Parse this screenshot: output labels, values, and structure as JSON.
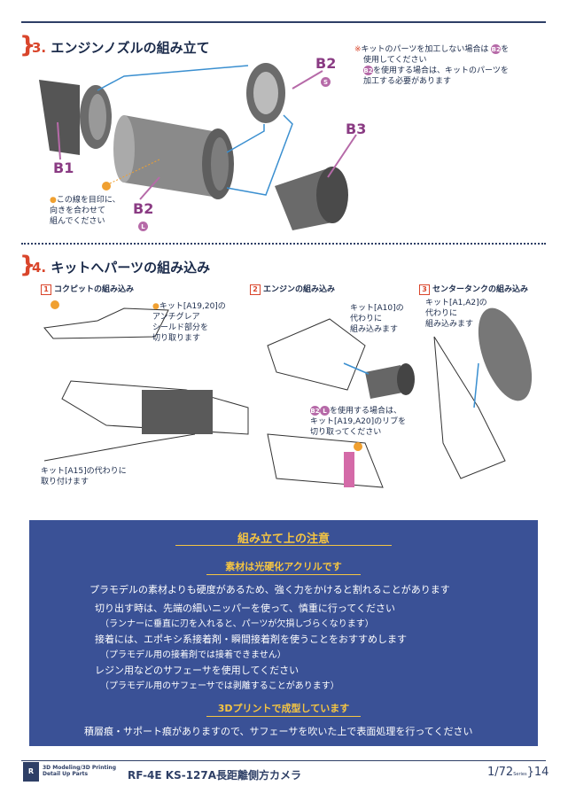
{
  "section3": {
    "number": "3.",
    "title": "エンジンノズルの組み立て",
    "note_line1": "キットのパーツを加工しない場合は",
    "note_line1b": "を",
    "note_line2": "使用してください",
    "note_line3": "を使用する場合は、キットのパーツを",
    "note_line4": "加工する必要があります",
    "mark_note1": "この線を目印に、",
    "mark_note2": "向きを合わせて",
    "mark_note3": "組んでください",
    "labels": {
      "b1": "B1",
      "b2s": "B2",
      "b2s_sub": "S",
      "b3": "B3",
      "b2l": "B2",
      "b2l_sub": "L"
    }
  },
  "section4": {
    "number": "4.",
    "title": "キットへパーツの組み込み",
    "sub1": {
      "num": "1",
      "title": "コクピットの組み込み",
      "note1": "キット[A19,20]の",
      "note2": "アンチグレア",
      "note3": "シールド部分を",
      "note4": "切り取ります",
      "note5": "キット[A15]の代わりに",
      "note6": "取り付けます"
    },
    "sub2": {
      "num": "2",
      "title": "エンジンの組み込み",
      "note1": "キット[A10]の",
      "note2": "代わりに",
      "note3": "組み込みます",
      "note4": "を使用する場合は、",
      "note5": "キット[A19,A20]のリブを",
      "note6": "切り取ってください",
      "badge": "B2",
      "badge_sub": "L"
    },
    "sub3": {
      "num": "3",
      "title": "センタータンクの組み込み",
      "note1": "キット[A1,A2]の",
      "note2": "代わりに",
      "note3": "組み込みます"
    }
  },
  "notice": {
    "title": "組み立て上の注意",
    "h1": "素材は光硬化アクリルです",
    "p1": "プラモデルの素材よりも硬度があるため、強く力をかけると割れることがあります",
    "p2": "切り出す時は、先端の細いニッパーを使って、慎重に行ってください",
    "p2s": "（ランナーに垂直に刃を入れると、パーツが欠損しづらくなります）",
    "p3": "接着には、エポキシ系接着剤・瞬間接着剤を使うことをおすすめします",
    "p3s": "（プラモデル用の接着剤では接着できません）",
    "p4": "レジン用などのサフェーサを使用してください",
    "p4s": "（プラモデル用のサフェーサでは剥離することがあります）",
    "h2": "3Dプリントで成型しています",
    "p5": "積層痕・サポート痕がありますので、サフェーサを吹いた上で表面処理を行ってください"
  },
  "footer": {
    "brand1": "3D Modeling/3D Printing",
    "brand2": "Detail Up Parts",
    "logo": "R",
    "title": "RF-4E KS-127A長距離側方カメラ",
    "scale": "1/72",
    "series": "Series",
    "page": "14"
  },
  "colors": {
    "accent": "#d9452b",
    "navy": "#2e3f66",
    "panel": "#3a5196",
    "highlight": "#f5c542",
    "part": "#b66aa8",
    "arrow": "#3a8fd0"
  }
}
